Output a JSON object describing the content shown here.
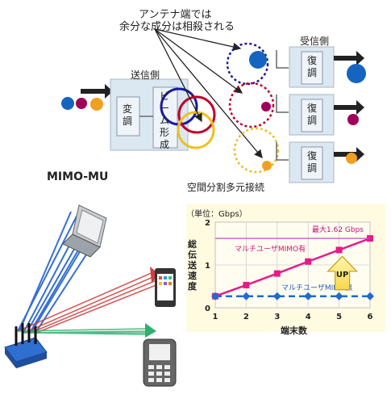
{
  "top": {
    "annotation_line1": "アンテナ端では",
    "annotation_line2": "余分な成分は相殺される",
    "transmitter_label": "送信側",
    "receiver_label": "受信側",
    "modulation": "変調",
    "beamforming": "ビーム形成",
    "demodulation": "復調",
    "sdma_label": "空間分割多元接続",
    "colors": {
      "blue": "#1565c0",
      "magenta": "#a0005a",
      "orange": "#f0a020",
      "box": "#dbe7f1"
    }
  },
  "bottom": {
    "title": "MIMO-MU"
  },
  "chart_data": {
    "type": "line",
    "unit_label": "（単位：Gbps）",
    "ylabel": "総伝送速度",
    "xlabel": "端末数",
    "x": [
      1,
      2,
      3,
      4,
      5,
      6
    ],
    "xlim": [
      1,
      6
    ],
    "ylim": [
      0,
      2
    ],
    "yticks": [
      0,
      1,
      2
    ],
    "series": [
      {
        "name": "マルチユーザMIMO有",
        "values": [
          0.27,
          0.53,
          0.8,
          1.08,
          1.35,
          1.62
        ],
        "color": "#e81a8a",
        "style": "solid",
        "marker": "square"
      },
      {
        "name": "マルチユーザMIMO無",
        "values": [
          0.27,
          0.27,
          0.27,
          0.27,
          0.27,
          0.27
        ],
        "color": "#1e6ad2",
        "style": "dashed",
        "marker": "diamond"
      }
    ],
    "annotations": {
      "max_label": "最大1.62 Gbps",
      "up_label": "UP"
    }
  }
}
